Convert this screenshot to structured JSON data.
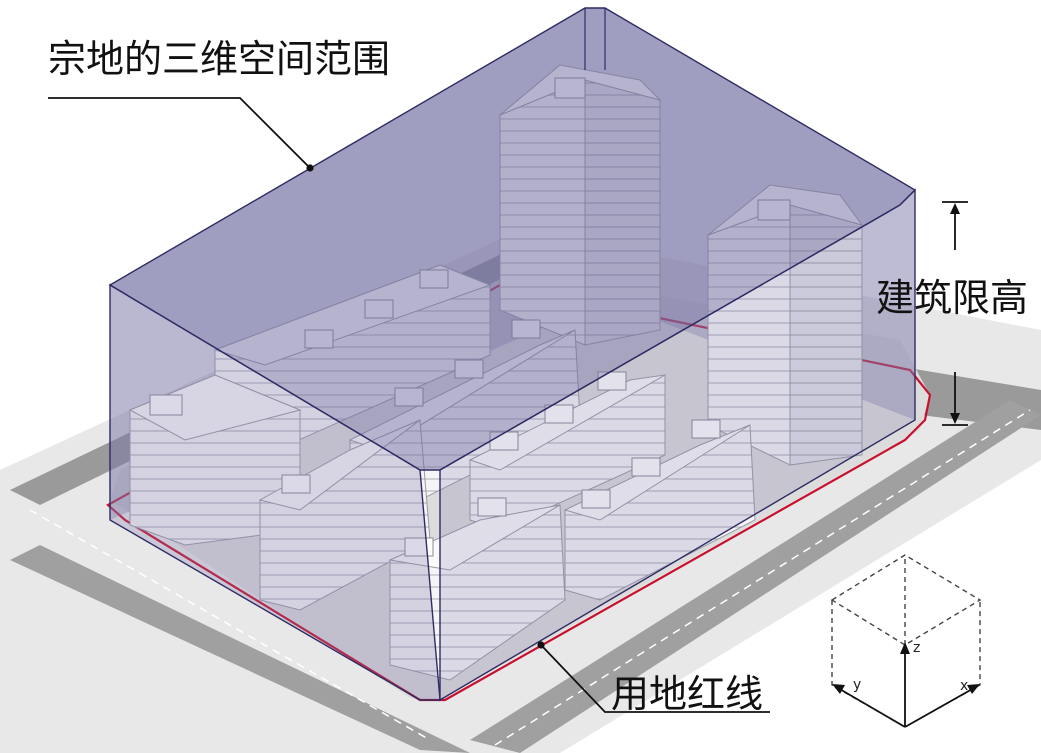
{
  "labels": {
    "envelope": "宗地的三维空间范围",
    "height_limit": "建筑限高",
    "red_line": "用地红线"
  },
  "axes": {
    "x": "x",
    "y": "y",
    "z": "z"
  },
  "colors": {
    "envelope_fill": "#6f6ba0",
    "envelope_stroke": "#2e2c63",
    "red_line": "#c8102e",
    "road": "#a8a8a8",
    "building": "#f4f4f6"
  }
}
